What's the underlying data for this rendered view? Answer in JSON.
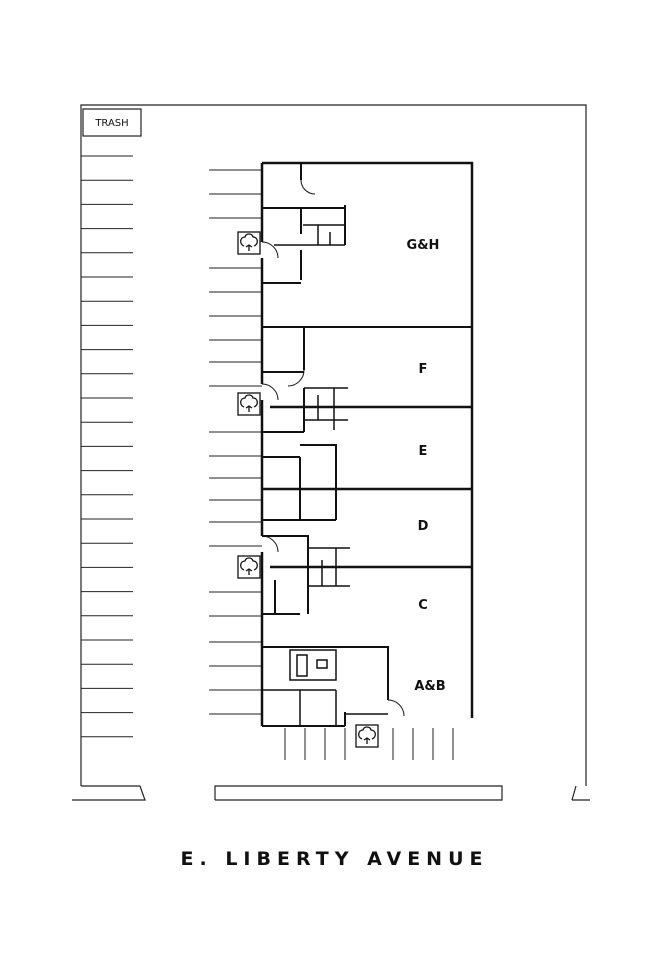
{
  "trash_label": "TRASH",
  "units": [
    {
      "id": "gh",
      "label": "G&H"
    },
    {
      "id": "f",
      "label": "F"
    },
    {
      "id": "e",
      "label": "E"
    },
    {
      "id": "d",
      "label": "D"
    },
    {
      "id": "c",
      "label": "C"
    },
    {
      "id": "ab",
      "label": "A&B"
    }
  ],
  "street_name": "E. LIBERTY AVENUE",
  "icons": [
    "tree-icon",
    "tree-icon",
    "tree-icon",
    "tree-icon"
  ]
}
